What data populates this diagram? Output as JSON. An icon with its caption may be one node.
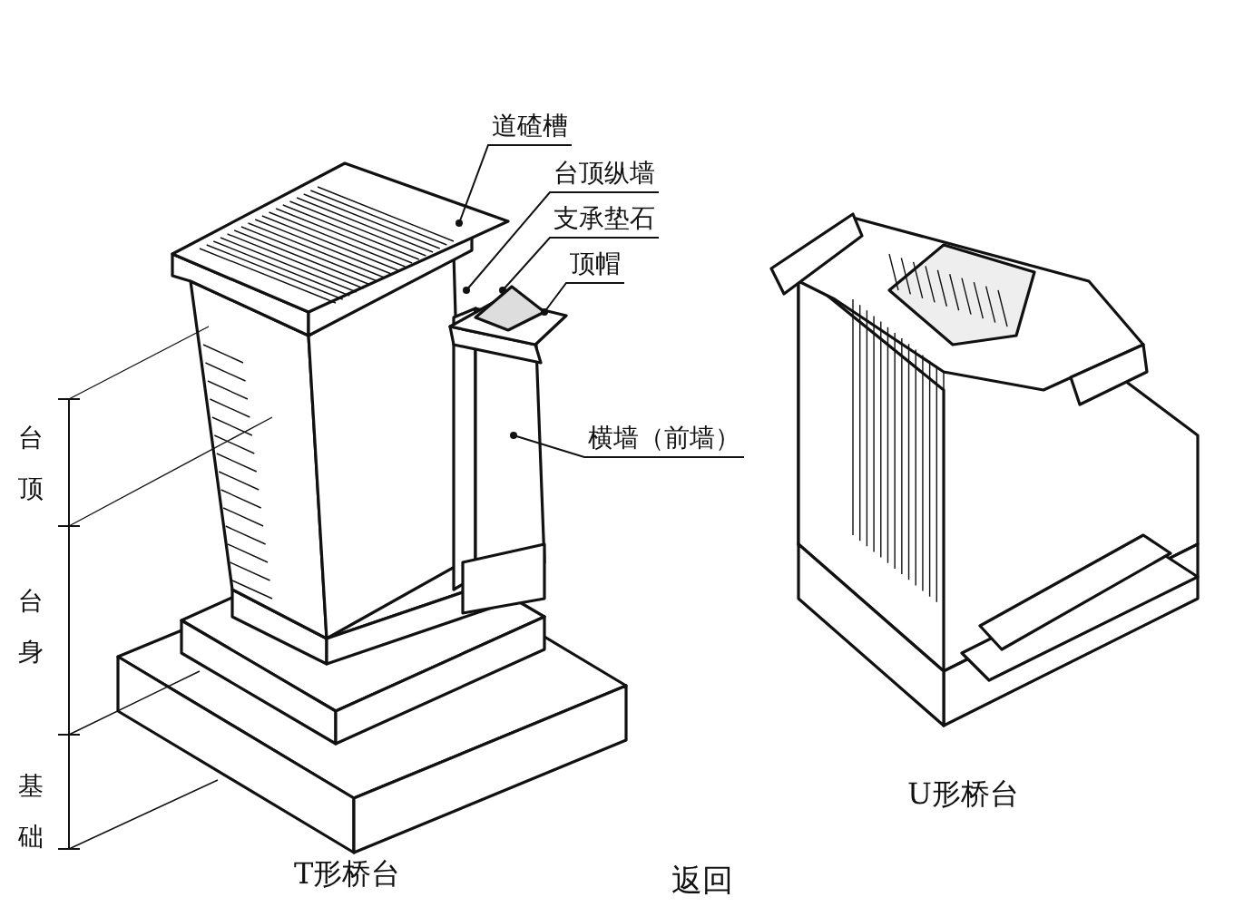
{
  "diagram": {
    "nodes": [
      {
        "text": [
          "道碴槽"
        ]
      },
      {
        "text": [
          "台顶纵墙"
        ]
      },
      {
        "text": [
          "支承垫石"
        ]
      },
      {
        "text": [
          "顶帽"
        ]
      },
      {
        "text": [
          "横墙（前墙）"
        ]
      }
    ],
    "edges": [
      {
        "from": 0,
        "to": null,
        "arrow": "other"
      },
      {
        "from": 1,
        "to": null,
        "arrow": "other"
      },
      {
        "from": 2,
        "to": null,
        "arrow": "other"
      },
      {
        "from": 3,
        "to": null,
        "arrow": "other"
      },
      {
        "from": 4,
        "to": null,
        "arrow": "other"
      }
    ],
    "labels": [
      "台顶",
      "台身",
      "基础",
      "U形桥台",
      "T形桥台",
      "返回"
    ]
  }
}
